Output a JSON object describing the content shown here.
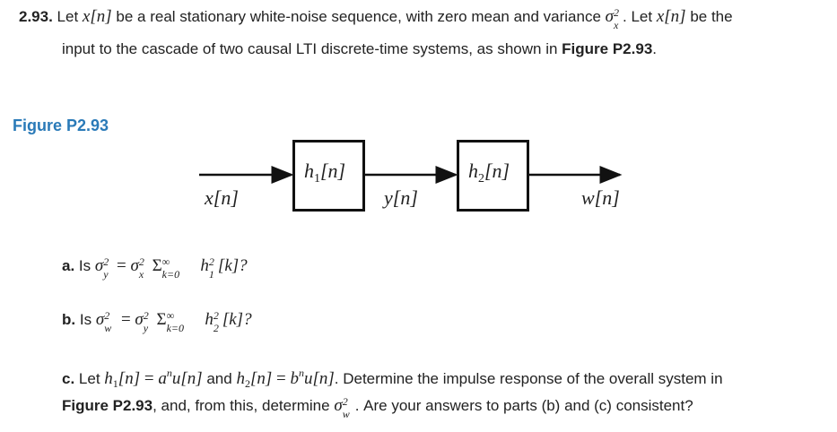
{
  "problem": {
    "number": "2.93.",
    "line1_pre": "Let",
    "line1_a": "be a real stationary white-noise sequence, with zero mean and variance",
    "line1_b": ". Let",
    "line1_c": "be the",
    "line2_pre": "input to the cascade of two causal LTI discrete-time systems, as shown in",
    "line2_ref": "Figure P2.93",
    "line2_post": "."
  },
  "figure": {
    "title": "Figure P2.93",
    "input_label": "x[n]",
    "block1_label": "h1[n]",
    "mid_label": "y[n]",
    "block2_label": "h2[n]",
    "output_label": "w[n]"
  },
  "parts": {
    "a_label": "a.",
    "a_pre": "Is",
    "b_label": "b.",
    "b_pre": "Is",
    "c_label": "c.",
    "c_pre": "Let",
    "c_and": "and",
    "c_mid": ". Determine the impulse response of the overall system in",
    "c_ref": "Figure P2.93",
    "c_post1": ", and, from this, determine",
    "c_post2": ". Are your answers to parts (b) and (c) consistent?"
  }
}
